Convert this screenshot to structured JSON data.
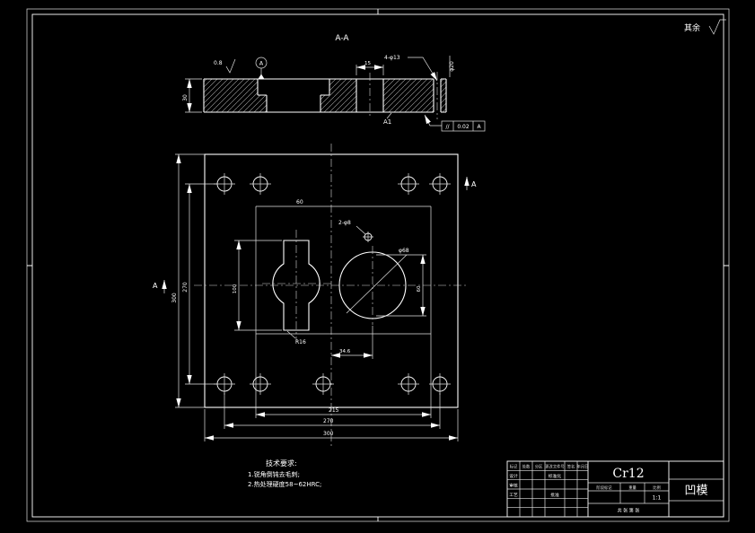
{
  "sheet": {
    "rest_label": "其余"
  },
  "section_view": {
    "title": "A-A",
    "roughness": "0.8",
    "datum": "A",
    "thickness": "30",
    "step_dim": "15",
    "hole_callout": "4-φ13",
    "counterbore_callout": "φ20",
    "detail_label": "A1",
    "tolerance": {
      "symbol": "//",
      "value": "0.02",
      "datum": "A"
    }
  },
  "plan_view": {
    "section_label_left": "A",
    "section_label_right": "A",
    "dims": {
      "outer_width": "300",
      "hole_span_width": "270",
      "inner_width": "215",
      "outer_height": "300",
      "hole_span_height": "270",
      "top_inner": "60",
      "slot_height": "100",
      "circle_height": "60",
      "center_offset": "34.6"
    },
    "callouts": {
      "center_circle": "φ68",
      "pin_holes": "2-φ8",
      "fillet": "R16"
    }
  },
  "notes": {
    "title": "技术要求:",
    "items": [
      "1.锐角倒钝去毛刺;",
      "2.热处理硬度58~62HRC;"
    ]
  },
  "title_block": {
    "material": "Cr12",
    "part_name": "凹模",
    "headers": [
      "标记",
      "处数",
      "分区",
      "更改文件号",
      "签名",
      "年月日"
    ],
    "row_design": "设计",
    "row_check": "审核",
    "row_process": "工艺",
    "std": "标准化",
    "approve": "批准",
    "stage": "阶段标记",
    "weight": "重量",
    "scale_label": "比例",
    "scale": "1:1",
    "sheets": "共 张 第 张"
  }
}
